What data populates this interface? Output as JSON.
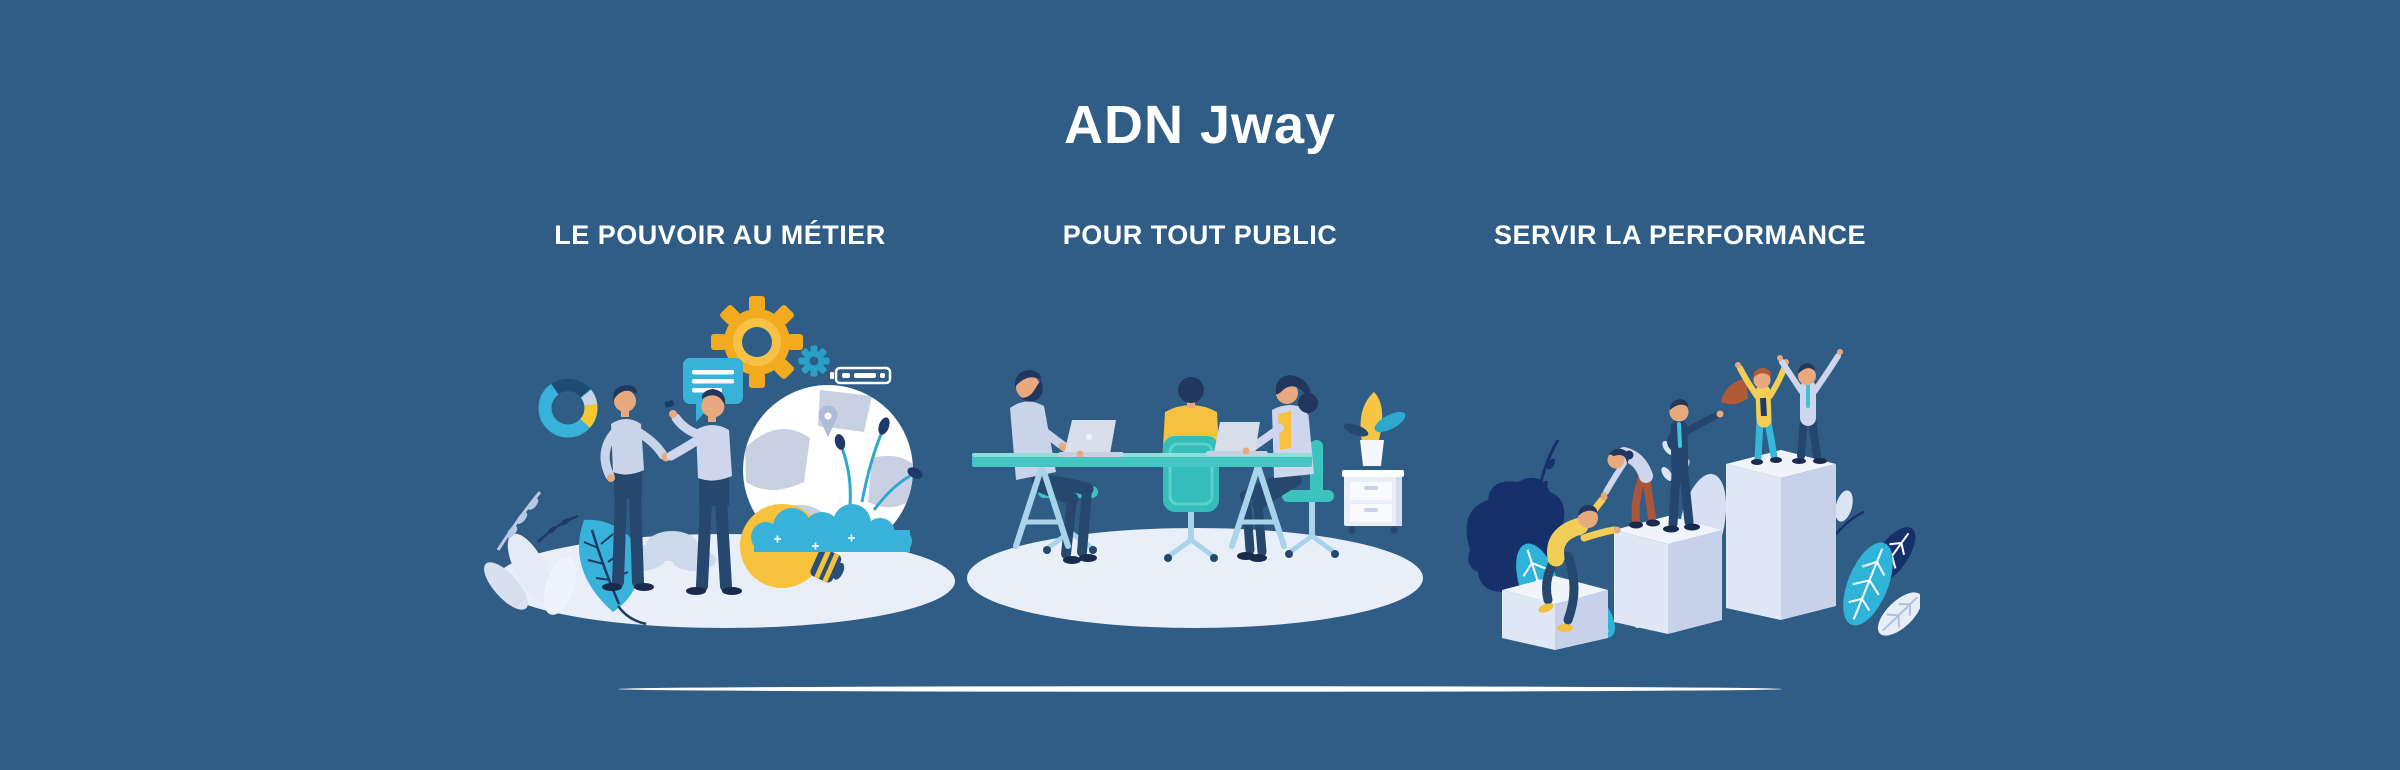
{
  "page": {
    "title": "ADN Jway",
    "background_color": "#305D85",
    "text_color": "#FFFFFF"
  },
  "columns": [
    {
      "heading": "LE POUVOIR AU MÉTIER",
      "illustration": "handshake-collaboration-illustration"
    },
    {
      "heading": "POUR TOUT PUBLIC",
      "illustration": "team-meeting-illustration"
    },
    {
      "heading": "SERVIR LA PERFORMANCE",
      "illustration": "success-steps-illustration"
    }
  ],
  "divider": {
    "style": "tapered-white-line"
  },
  "palette": {
    "background": "#305D85",
    "text": "#FFFFFF",
    "teal_bright": "#38B2D8",
    "turquoise_furniture": "#44C6C2",
    "gear_yellow": "#F2AB1F",
    "bulb_yellow": "#F7C33C",
    "navy_clothing": "#27486E",
    "deep_navy_leaf": "#16306B",
    "periwinkle": "#C9D3EA",
    "light_surface": "#E9EFF9",
    "skin": "#E8A97E",
    "red_brown": "#A9563B",
    "steel_blue": "#A9D3EA"
  }
}
